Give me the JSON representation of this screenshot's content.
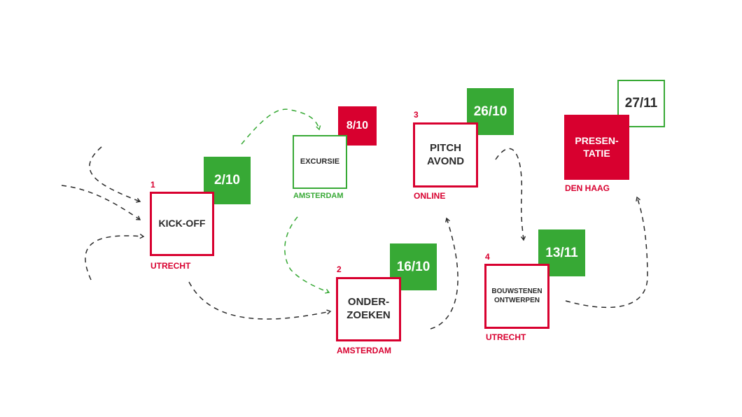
{
  "colors": {
    "red": "#d8002f",
    "green": "#37a935",
    "arrow": "#2b2b2b"
  },
  "steps": [
    {
      "number": "1",
      "title": "KICK-OFF",
      "date": "2/10",
      "location": "UTRECHT"
    },
    {
      "number": "2",
      "title": "ONDER-\nZOEKEN",
      "date": "16/10",
      "location": "AMSTERDAM"
    },
    {
      "number": "3",
      "title": "PITCH\nAVOND",
      "date": "26/10",
      "location": "ONLINE"
    },
    {
      "number": "4",
      "title": "BOUWSTENEN\nONTWERPEN",
      "date": "13/11",
      "location": "UTRECHT"
    }
  ],
  "excursion": {
    "title": "EXCURSIE",
    "date": "8/10",
    "location": "AMSTERDAM"
  },
  "presentation": {
    "title": "PRESEN-\nTATIE",
    "date": "27/11",
    "location": "DEN HAAG"
  }
}
